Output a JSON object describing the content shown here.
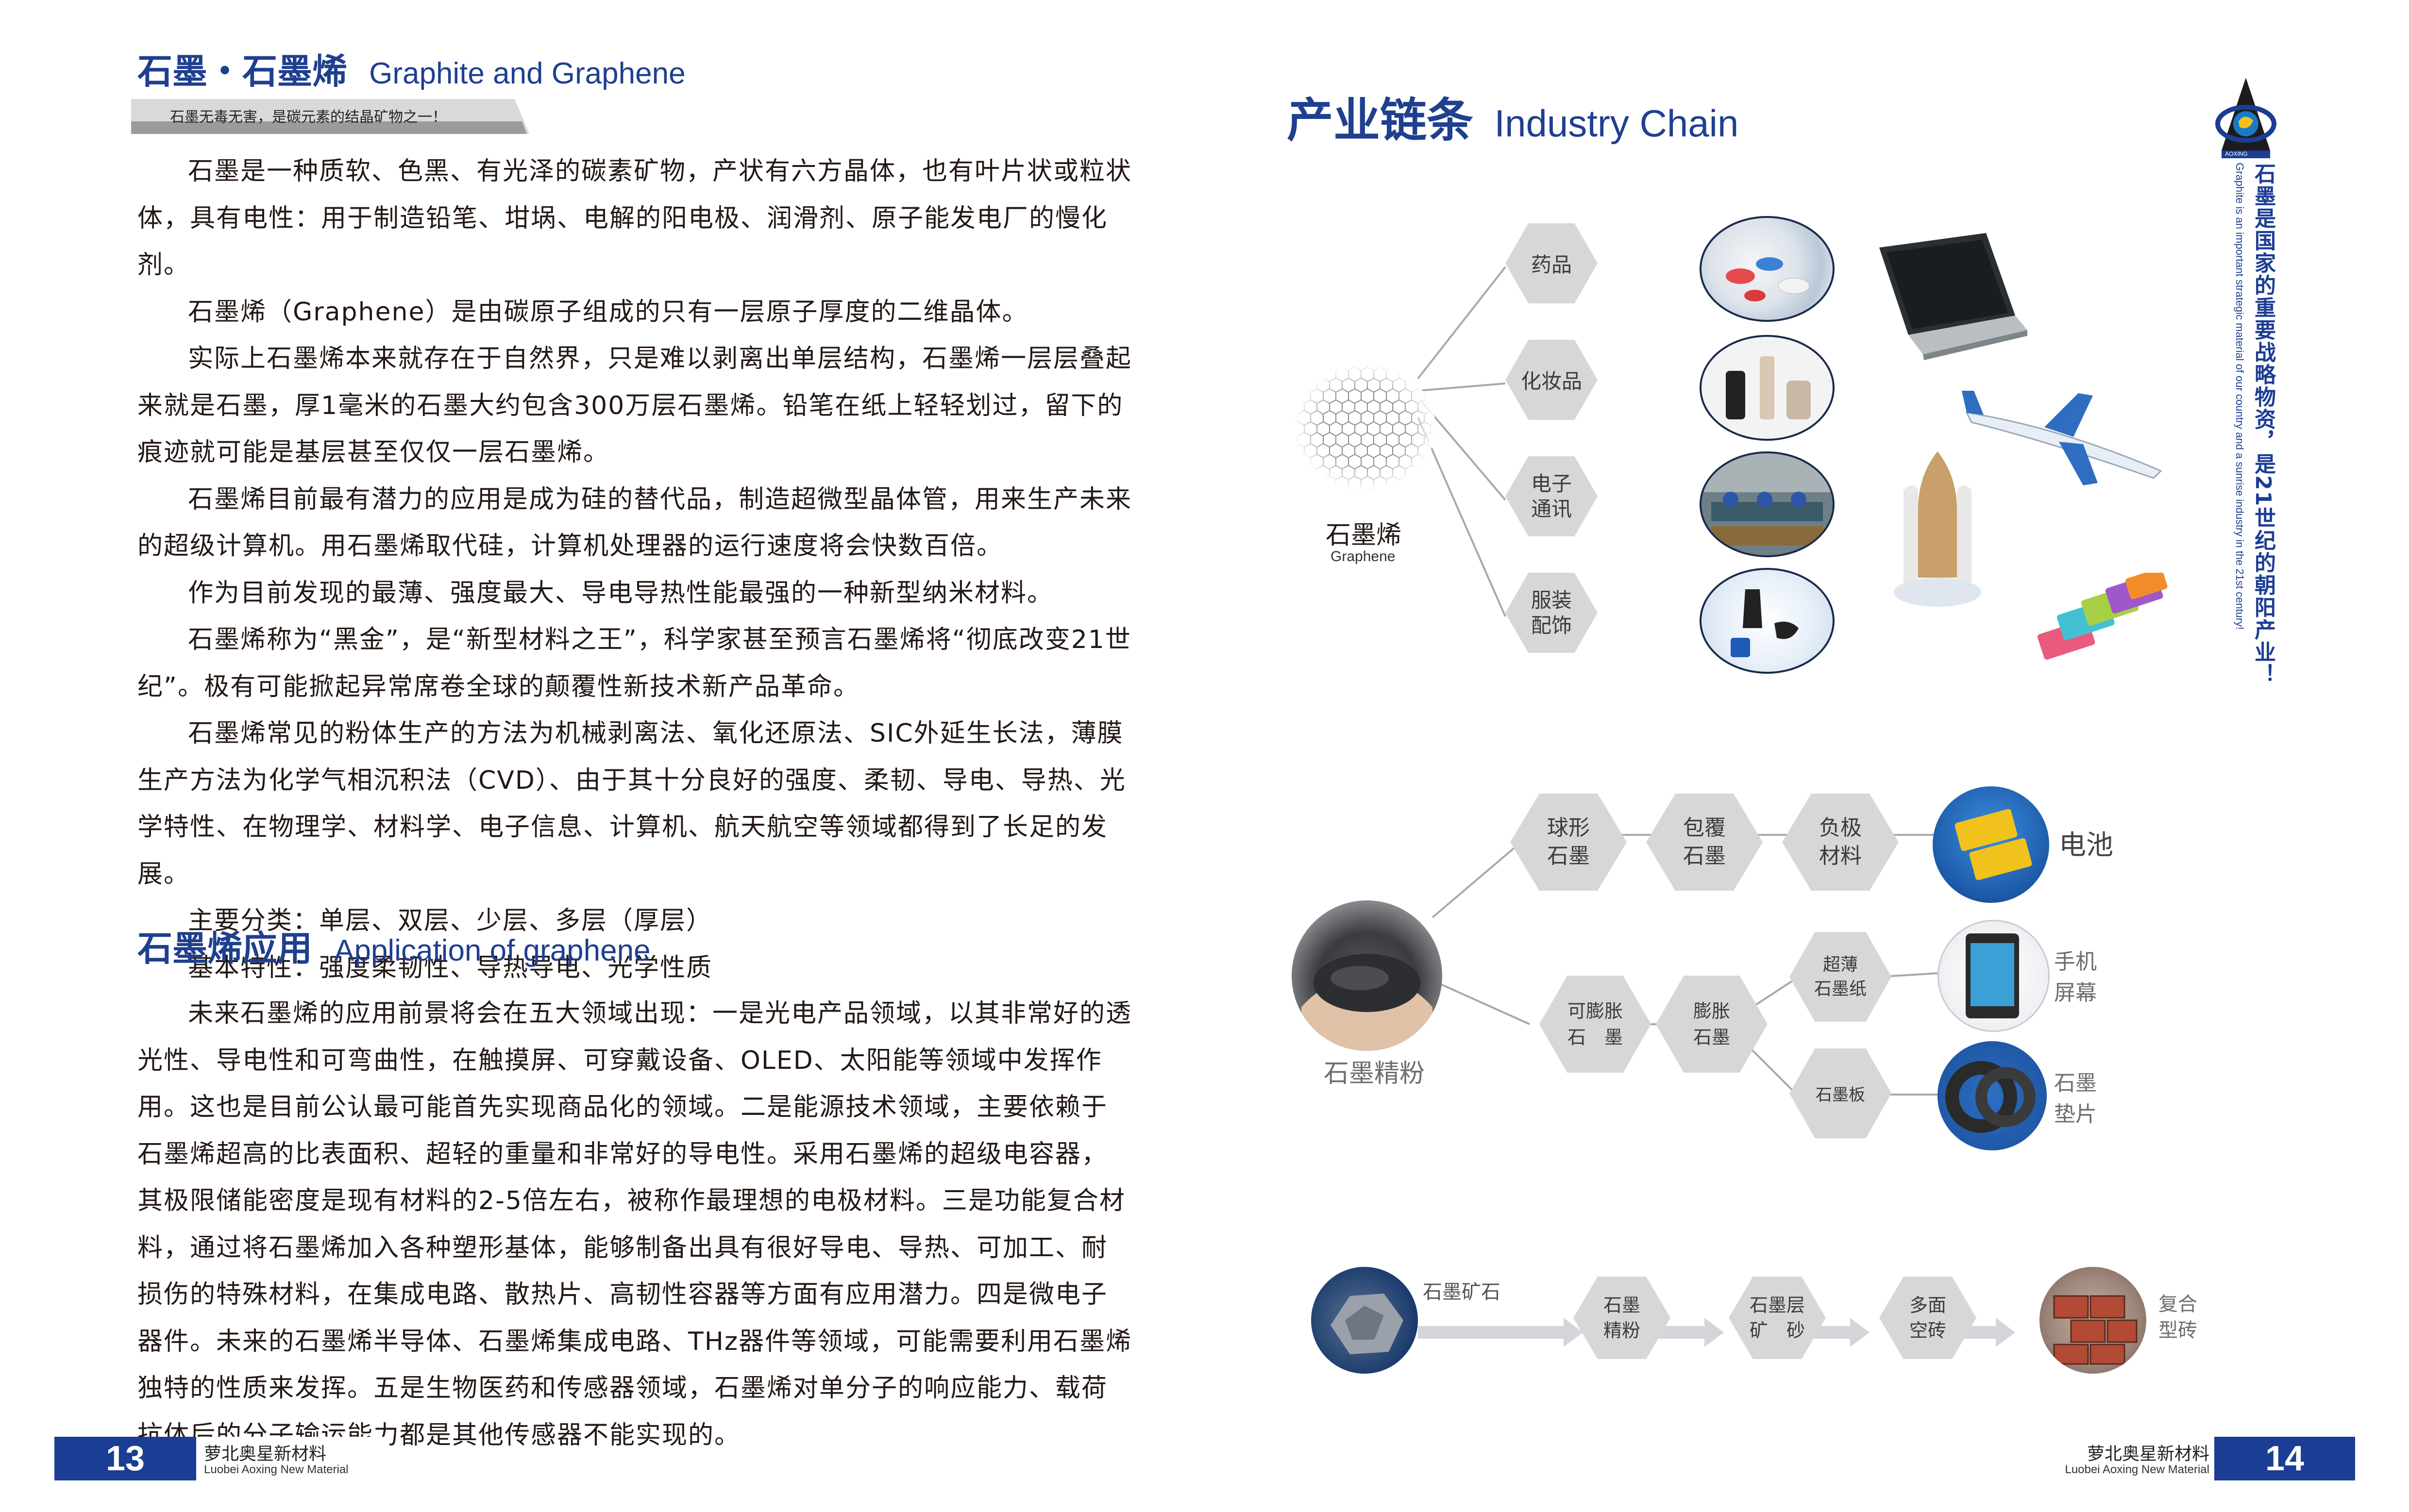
{
  "left": {
    "heading1": {
      "cn": "石墨・石墨烯",
      "en": "Graphite and Graphene"
    },
    "tagline": "石墨无毒无害，是碳元素的结晶矿物之一！",
    "paragraphs": [
      "石墨是一种质软、色黑、有光泽的碳素矿物，产状有六方晶体，也有叶片状或粒状体，具有电性：用于制造铅笔、坩埚、电解的阳电极、润滑剂、原子能发电厂的慢化剂。",
      "石墨烯（Graphene）是由碳原子组成的只有一层原子厚度的二维晶体。",
      "实际上石墨烯本来就存在于自然界，只是难以剥离出单层结构，石墨烯一层层叠起来就是石墨，厚1毫米的石墨大约包含300万层石墨烯。铅笔在纸上轻轻划过，留下的痕迹就可能是基层甚至仅仅一层石墨烯。",
      "石墨烯目前最有潜力的应用是成为硅的替代品，制造超微型晶体管，用来生产未来的超级计算机。用石墨烯取代硅，计算机处理器的运行速度将会快数百倍。",
      "作为目前发现的最薄、强度最大、导电导热性能最强的一种新型纳米材料。",
      "石墨烯称为“黑金”，是“新型材料之王”，科学家甚至预言石墨烯将“彻底改变21世纪”。极有可能掀起异常席卷全球的颠覆性新技术新产品革命。",
      "石墨烯常见的粉体生产的方法为机械剥离法、氧化还原法、SIC外延生长法，薄膜生产方法为化学气相沉积法（CVD）、由于其十分良好的强度、柔韧、导电、导热、光学特性、在物理学、材料学、电子信息、计算机、航天航空等领域都得到了长足的发展。",
      "主要分类：单层、双层、少层、多层（厚层）",
      "基本特性：强度柔韧性、导热导电、光学性质"
    ],
    "heading2": {
      "cn": "石墨烯应用",
      "en": "Application of graphene"
    },
    "application_text": "未来石墨烯的应用前景将会在五大领域出现：一是光电产品领域，以其非常好的透光性、导电性和可弯曲性，在触摸屏、可穿戴设备、OLED、太阳能等领域中发挥作用。这也是目前公认最可能首先实现商品化的领域。二是能源技术领域，主要依赖于石墨烯超高的比表面积、超轻的重量和非常好的导电性。采用石墨烯的超级电容器，其极限储能密度是现有材料的2-5倍左右，被称作最理想的电极材料。三是功能复合材料，通过将石墨烯加入各种塑形基体，能够制备出具有很好导电、导热、可加工、耐损伤的特殊材料，在集成电路、散热片、高韧性容器等方面有应用潜力。四是微电子器件。未来的石墨烯半导体、石墨烯集成电路、THz器件等领域，可能需要利用石墨烯独特的性质来发挥。五是生物医药和传感器领域，石墨烯对单分子的响应能力、载荷抗体后的分子输运能力都是其他传感器不能实现的。",
    "footer": {
      "page": "13",
      "company_cn": "萝北奥星新材料",
      "company_en": "Luobei Aoxing New Material"
    }
  },
  "right": {
    "heading": {
      "cn": "产业链条",
      "en": "Industry Chain"
    },
    "side_text_cn": "石墨是国家的重要战略物资，是21世纪的朝阳产业！",
    "side_text_en": "Graphite is an important strategic material of our country and a sunrise industry in the 21st century!",
    "logo_text": "AOXING",
    "graphene": {
      "label_cn": "石墨烯",
      "label_en": "Graphene",
      "branches": [
        "药品",
        "化妆品",
        "电子\n通讯",
        "服装\n配饰"
      ]
    },
    "flake": {
      "label": "石墨精粉",
      "top_row": [
        "球形\n石墨",
        "包覆\n石墨",
        "负极\n材料"
      ],
      "battery_label": "电池",
      "expand1": "可膨胀\n石　墨",
      "expand2": "膨胀\n石墨",
      "paper": "超薄\n石墨纸",
      "phone_label": "手机\n屏幕",
      "plate": "石墨板",
      "gasket_label": "石墨\n垫片"
    },
    "ore": {
      "ore_label": "石墨矿石",
      "steps": [
        "石墨\n精粉",
        "石墨层\n矿　砂",
        "多面\n空砖"
      ],
      "brick_label": "复合\n型砖"
    },
    "footer": {
      "page": "14",
      "company_cn": "萝北奥星新材料",
      "company_en": "Luobei Aoxing New Material"
    }
  },
  "colors": {
    "brand_blue": "#1f3f8f",
    "footer_blue": "#1b3d93",
    "hex_grey": "#d6d7d9",
    "line_grey": "#a7a9ac"
  }
}
